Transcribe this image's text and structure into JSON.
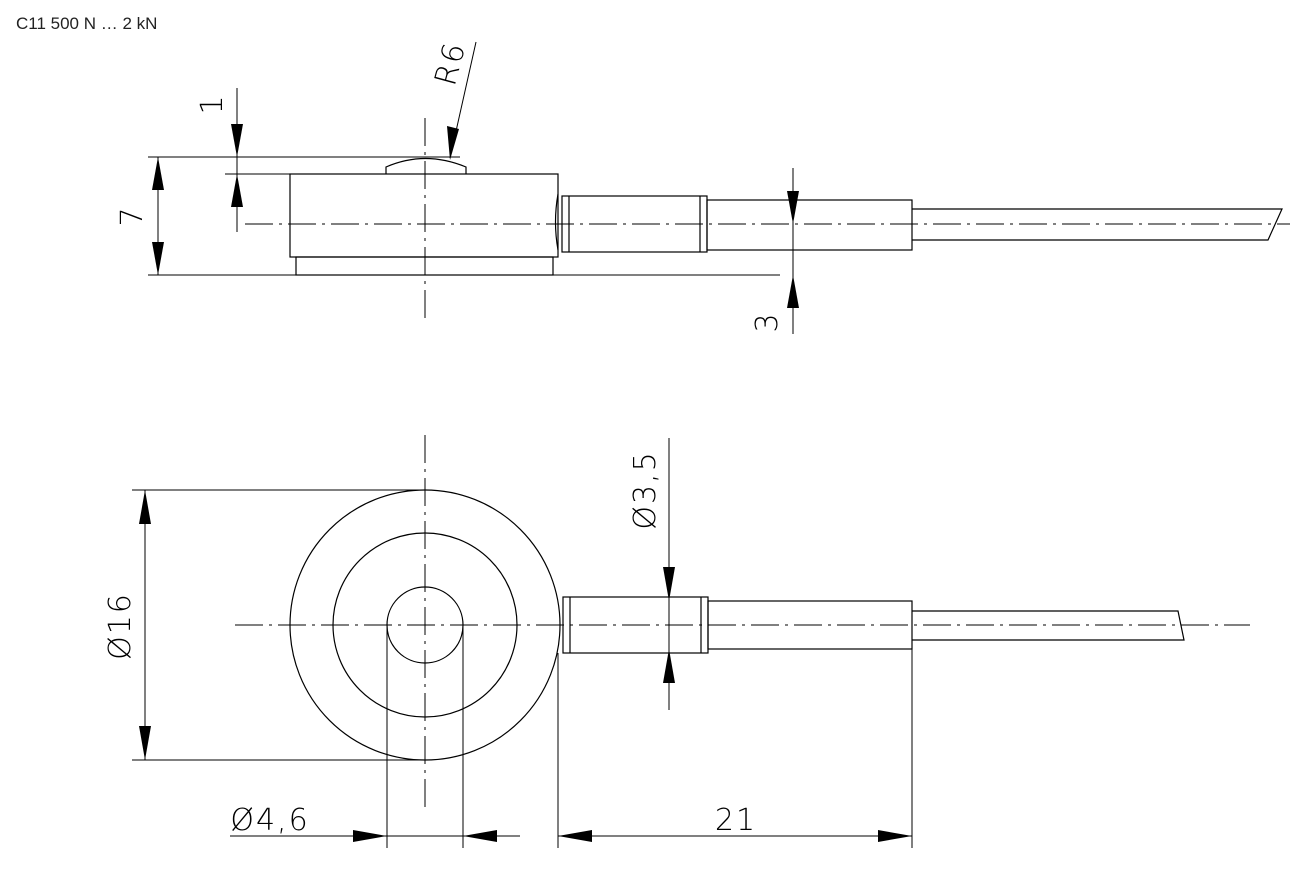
{
  "title": "C11 500 N … 2 kN",
  "dimensions": {
    "dome_height": "1",
    "dome_radius": "R6",
    "body_height": "7",
    "cable_offset": "3",
    "outer_diameter": "Ø16",
    "sleeve_diameter": "Ø3,5",
    "bore_diameter": "Ø4,6",
    "length": "21"
  }
}
